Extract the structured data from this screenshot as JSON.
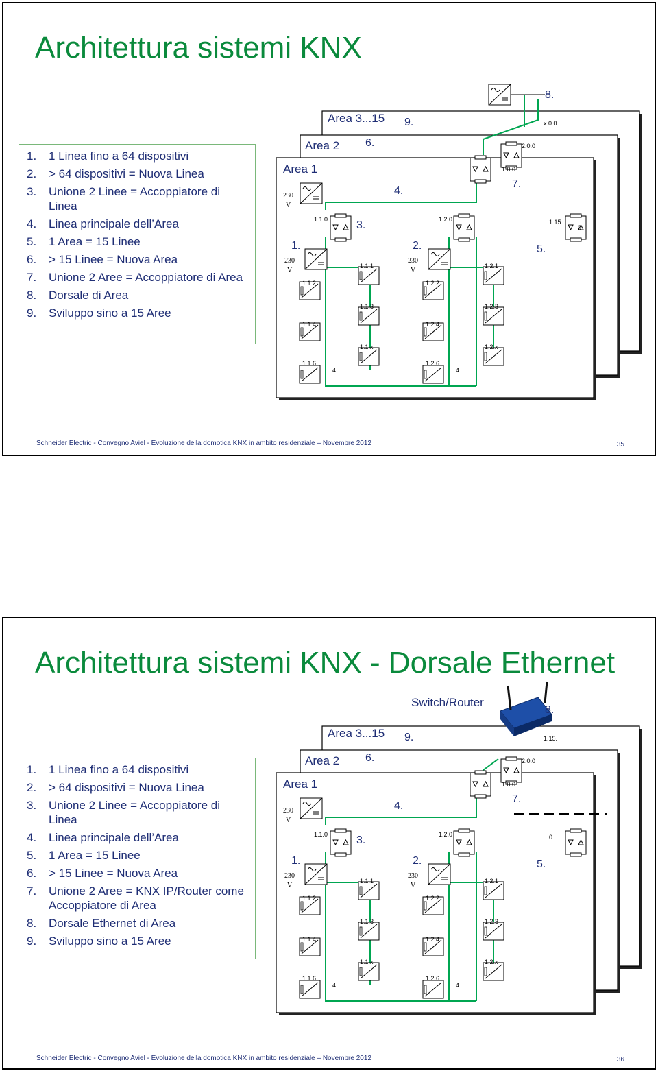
{
  "slides": [
    {
      "title": "Architettura sistemi KNX",
      "items": [
        {
          "n": "1.",
          "text": "1 Linea fino a 64 dispositivi"
        },
        {
          "n": "2.",
          "text": "> 64 dispositivi = Nuova Linea"
        },
        {
          "n": "3.",
          "text": "Unione 2 Linee = Accoppiatore di Linea"
        },
        {
          "n": "4.",
          "text": "Linea principale dell’Area"
        },
        {
          "n": "5.",
          "text": "1 Area = 15 Linee"
        },
        {
          "n": "6.",
          "text": "> 15 Linee = Nuova Area"
        },
        {
          "n": "7.",
          "text": "Unione 2 Aree = Accoppiatore di Area"
        },
        {
          "n": "8.",
          "text": "Dorsale di Area"
        },
        {
          "n": "9.",
          "text": "Sviluppo sino a 15 Aree"
        }
      ],
      "footer": "Schneider Electric - Convegno Aviel - Evoluzione della domotica KNX in ambito residenziale – Novembre 2012",
      "page": "35",
      "diagram": {
        "area_labels": [
          "Area 1",
          "Area 2",
          "Area 3...15"
        ],
        "step_labels": [
          "1.",
          "2.",
          "3.",
          "4.",
          "5.",
          "6.",
          "7.",
          "8.",
          "9."
        ],
        "voltage": "230",
        "voltage_unit": "V",
        "addresses": [
          "1.1.0",
          "1.1.2",
          "1.1.4",
          "1.1.6",
          "1.1.1",
          "1.1.3",
          "1.1.x",
          "1.2.0",
          "1.2.2",
          "1.2.4",
          "1.2.6",
          "1.2.1",
          "1.2.3",
          "1.2.x",
          "1.0.0",
          "2.0.0",
          "x.0.0",
          "1.15.",
          "0"
        ],
        "four": "4"
      }
    },
    {
      "title": "Architettura sistemi KNX - Dorsale Ethernet",
      "items": [
        {
          "n": "1.",
          "text": "1 Linea fino a 64 dispositivi"
        },
        {
          "n": "2.",
          "text": "> 64 dispositivi = Nuova Linea"
        },
        {
          "n": "3.",
          "text": "Unione 2 Linee = Accoppiatore di Linea"
        },
        {
          "n": "4.",
          "text": "Linea principale dell’Area"
        },
        {
          "n": "5.",
          "text": "1 Area = 15 Linee"
        },
        {
          "n": "6.",
          "text": "> 15 Linee = Nuova Area"
        },
        {
          "n": "7.",
          "text": "Unione 2 Aree = KNX IP/Router come Accoppiatore di Area"
        },
        {
          "n": "8.",
          "text": "Dorsale Ethernet di Area"
        },
        {
          "n": "9.",
          "text": "Sviluppo sino a 15 Aree"
        }
      ],
      "footer": "Schneider Electric - Convegno Aviel - Evoluzione della domotica KNX in ambito residenziale – Novembre 2012",
      "page": "36",
      "diagram": {
        "area_labels": [
          "Area 1",
          "Area 2",
          "Area 3...15"
        ],
        "step_labels": [
          "1.",
          "2.",
          "3.",
          "4.",
          "5.",
          "6.",
          "7.",
          "8.",
          "9."
        ],
        "switch_label": "Switch/Router",
        "voltage": "230",
        "voltage_unit": "V",
        "addresses": [
          "1.1.0",
          "1.1.2",
          "1.1.4",
          "1.1.6",
          "1.1.1",
          "1.1.3",
          "1.1.x",
          "1.2.0",
          "1.2.2",
          "1.2.4",
          "1.2.6",
          "1.2.1",
          "1.2.3",
          "1.2.x",
          "1.0.0",
          "2.0.0",
          "1.15.",
          "0"
        ],
        "four": "4"
      }
    }
  ],
  "colors": {
    "title": "#0a8a3c",
    "list_text": "#1f2e75",
    "box_border": "#7ab87a",
    "line": "#00a651"
  }
}
